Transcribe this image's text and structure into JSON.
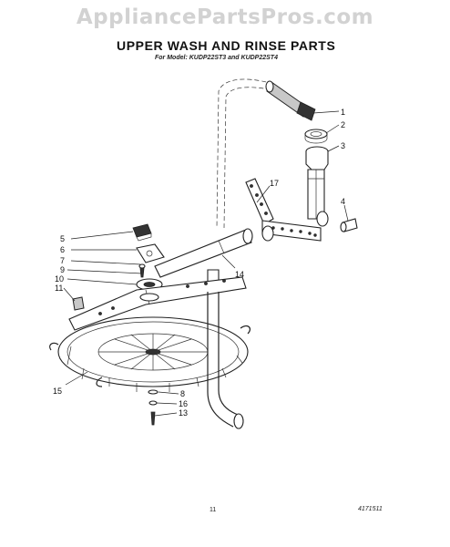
{
  "watermark": "AppliancePartsPros.com",
  "title": "UPPER WASH AND RINSE PARTS",
  "subtitle": "For Model: KUDP22ST3 and KUDP22ST4",
  "page_number": "11",
  "doc_number": "4171511",
  "callouts": [
    "1",
    "2",
    "3",
    "4",
    "5",
    "6",
    "7",
    "9",
    "10",
    "11",
    "17",
    "14",
    "15",
    "8",
    "16",
    "13"
  ]
}
